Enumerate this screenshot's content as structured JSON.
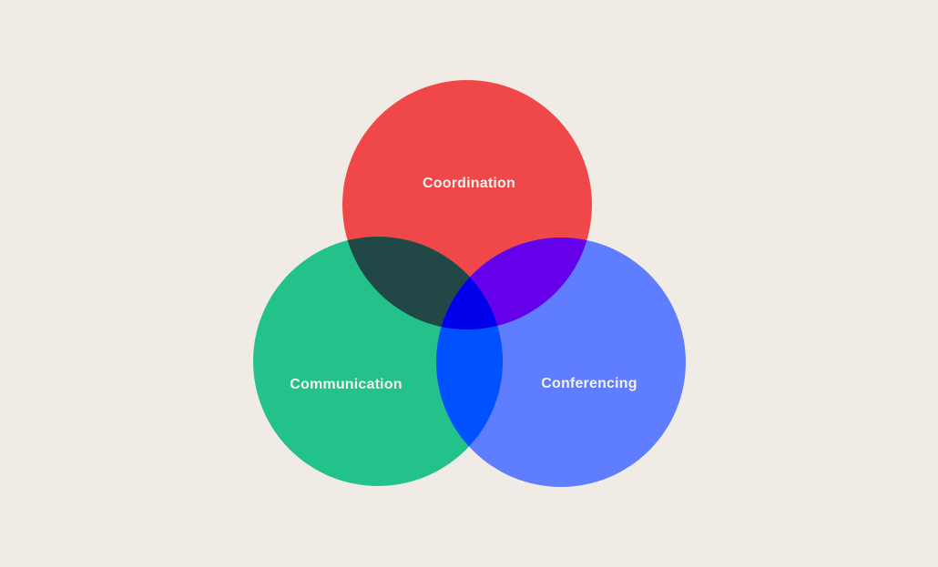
{
  "diagram": {
    "type": "venn",
    "background_color": "#f0ece5",
    "label_color": "#f4f1ee",
    "sets": [
      {
        "id": "coordination",
        "label": "Coordination",
        "color": "#f04848"
      },
      {
        "id": "communication",
        "label": "Communication",
        "color": "#22c28a"
      },
      {
        "id": "conferencing",
        "label": "Conferencing",
        "color": "#5f7eff"
      }
    ],
    "overlaps": {
      "coordination_communication": "#224747",
      "coordination_conferencing": "#6500ea",
      "communication_conferencing": "#0051ff",
      "all_three": "#0000ea"
    }
  }
}
